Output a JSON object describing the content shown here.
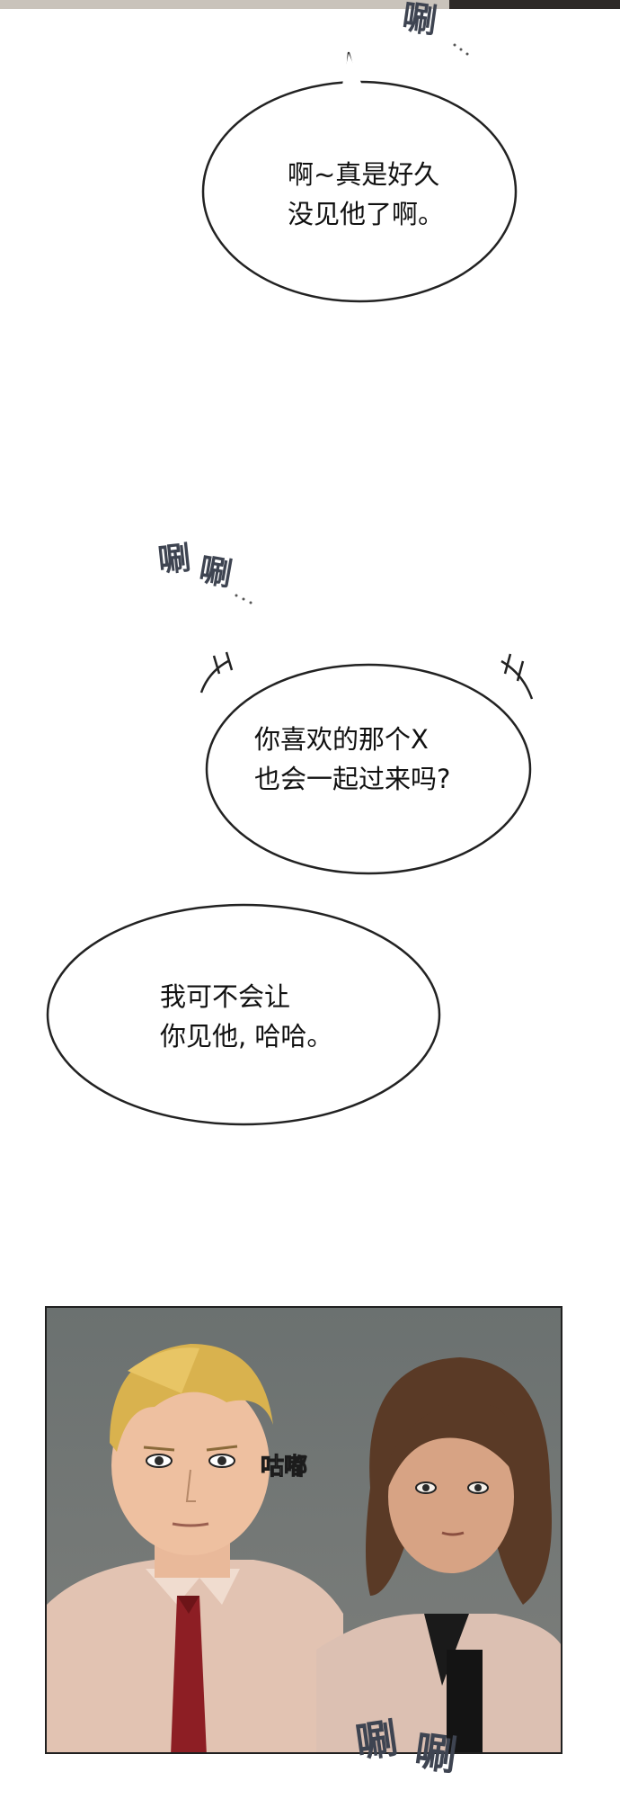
{
  "page": {
    "sfx": {
      "top": "唰",
      "middle_1": "唰",
      "middle_2": "唰",
      "bottom_1": "唰",
      "bottom_2": "唰",
      "panel": "咕嘟"
    },
    "bubbles": [
      {
        "lines": [
          "啊~真是好久",
          "没见他了啊。"
        ]
      },
      {
        "lines": [
          "你喜欢的那个X",
          "也会一起过来吗?"
        ]
      },
      {
        "lines": [
          "我可不会让",
          "你见他, 哈哈。"
        ]
      }
    ]
  }
}
